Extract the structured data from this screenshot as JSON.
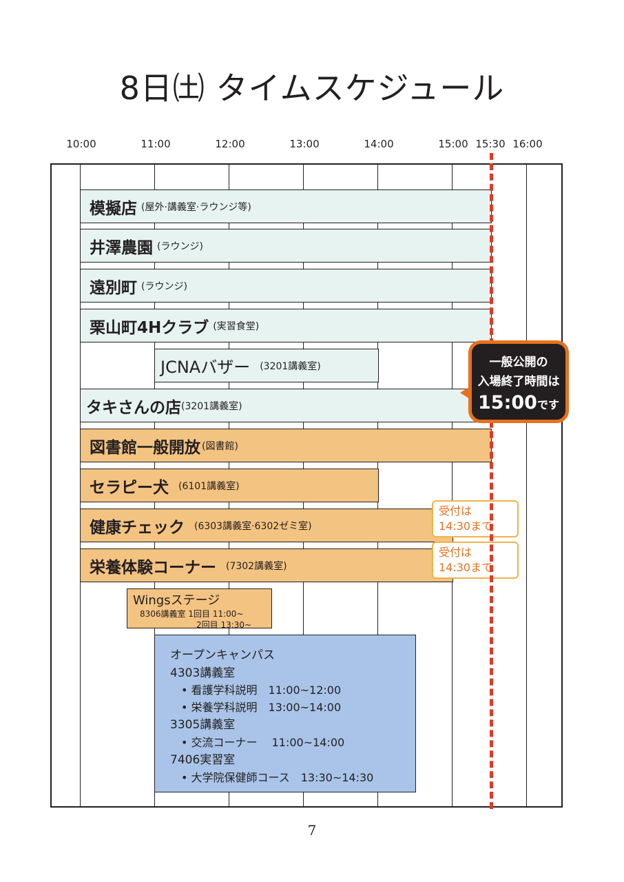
{
  "title": "8日㈯ タイムスケジュール",
  "time_labels": [
    "10:00",
    "11:00",
    "12:00",
    "13:00",
    "14:00",
    "15:00",
    "15:30",
    "16:00"
  ],
  "rows": [
    {
      "name": "模擬店",
      "room": "(屋外·講義室·ラウンジ等)",
      "start": "10:00",
      "end": "15:30",
      "color": "#e6f3f0"
    },
    {
      "name": "井澤農園",
      "room": "(ラウンジ)",
      "start": "10:00",
      "end": "15:30",
      "color": "#e6f3f0"
    },
    {
      "name": "遠別町",
      "room": "(ラウンジ)",
      "start": "10:00",
      "end": "15:30",
      "color": "#e6f3f0"
    },
    {
      "name": "栗山町4Hクラブ",
      "room": "(実習食堂)",
      "start": "10:00",
      "end": "15:30",
      "color": "#e6f3f0"
    },
    {
      "name": "JCNAバザー",
      "room": "(3201講義室)",
      "start": "11:00",
      "end": "14:00",
      "color": "#e6f3f0"
    },
    {
      "name": "タキさんの店",
      "room": "(3201講義室)",
      "start": "10:00",
      "end": "15:30",
      "color": "#e6f3f0"
    },
    {
      "name": "図書館一般開放",
      "room": "(図書館)",
      "start": "10:00",
      "end": "15:30",
      "color": "#f3c381"
    },
    {
      "name": "セラピー犬",
      "room": "(6101講義室)",
      "start": "10:00",
      "end": "14:00",
      "color": "#f3c381"
    },
    {
      "name": "健康チェック",
      "room": "(6303講義室·6302ゼミ室)",
      "start": "10:00",
      "end": "15:00",
      "color": "#f3c381"
    },
    {
      "name": "栄養体験コーナー",
      "room": "(7302講義室)",
      "start": "10:00",
      "end": "15:00",
      "color": "#f3c381"
    }
  ],
  "notes": {
    "health": {
      "line1": "受付は",
      "line2": "14:30まで"
    },
    "nutrition": {
      "line1": "受付は",
      "line2": "14:30まで"
    }
  },
  "wings": {
    "title": "Wingsステージ",
    "line1": "8306講義室 1回目 11:00~",
    "line2": "2回目 13:30~"
  },
  "open_campus": {
    "heading": "オープンキャンパス",
    "rooms": [
      {
        "room": "4303講義室",
        "items": [
          "• 看護学科説明　11:00~12:00",
          "• 栄養学科説明　13:00~14:00"
        ]
      },
      {
        "room": "3305講義室",
        "items": [
          "• 交流コーナー　 11:00~14:00"
        ]
      },
      {
        "room": "7406実習室",
        "items": [
          "• 大学院保健師コース　13:30~14:30"
        ]
      }
    ]
  },
  "callout": {
    "line1": "一般公開の",
    "line2": "入場終了時間は",
    "time": "15:00",
    "suffix": "です",
    "accent": "#e8711f"
  },
  "deadline_color": "#e03a27",
  "page_number": "7"
}
